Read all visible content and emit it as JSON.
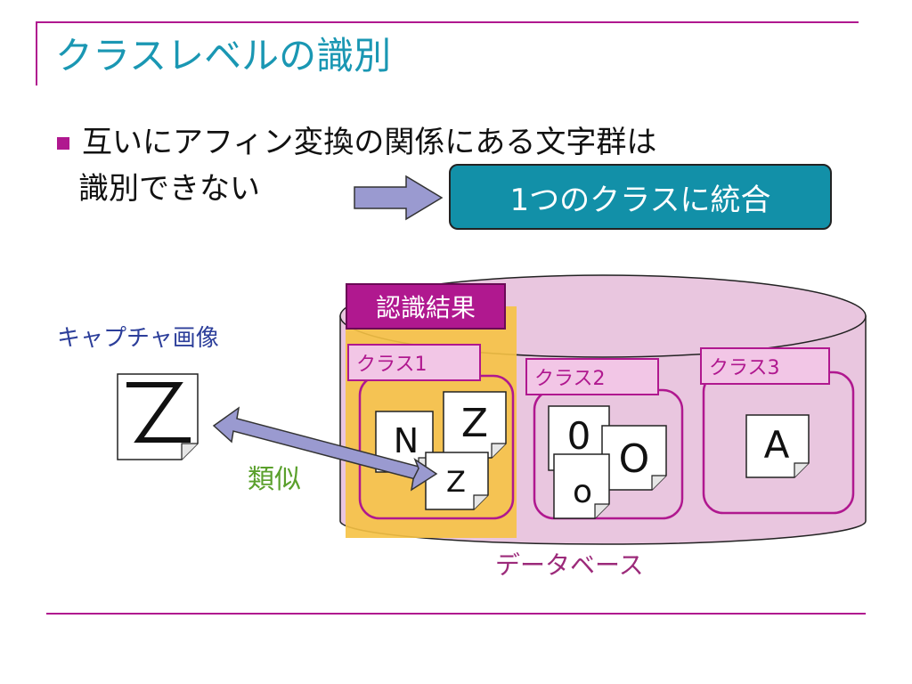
{
  "slide": {
    "title": "クラスレベルの識別",
    "bullet_line1": "互いにアフィン変換の関係にある文字群は",
    "bullet_line2": "識別できない",
    "unify_box": "1つのクラスに統合"
  },
  "diagram": {
    "result_label": "認識結果",
    "capture_label": "キャプチャ画像",
    "capture_char": "Z",
    "similar_label": "類似",
    "database_label": "データベース",
    "classes": [
      {
        "label": "クラス1",
        "chars": [
          "N",
          "Z",
          "Z"
        ]
      },
      {
        "label": "クラス2",
        "chars": [
          "0",
          "O",
          "o"
        ]
      },
      {
        "label": "クラス3",
        "chars": [
          "A"
        ]
      }
    ]
  },
  "colors": {
    "title": "#1a97b3",
    "accent_magenta": "#b0188f",
    "unify_box": "#1290a8",
    "database_fill": "#e9c6df",
    "result_highlight": "#f6c244",
    "arrow_fill": "#9a9ad0",
    "similar_text": "#5aa02c"
  }
}
